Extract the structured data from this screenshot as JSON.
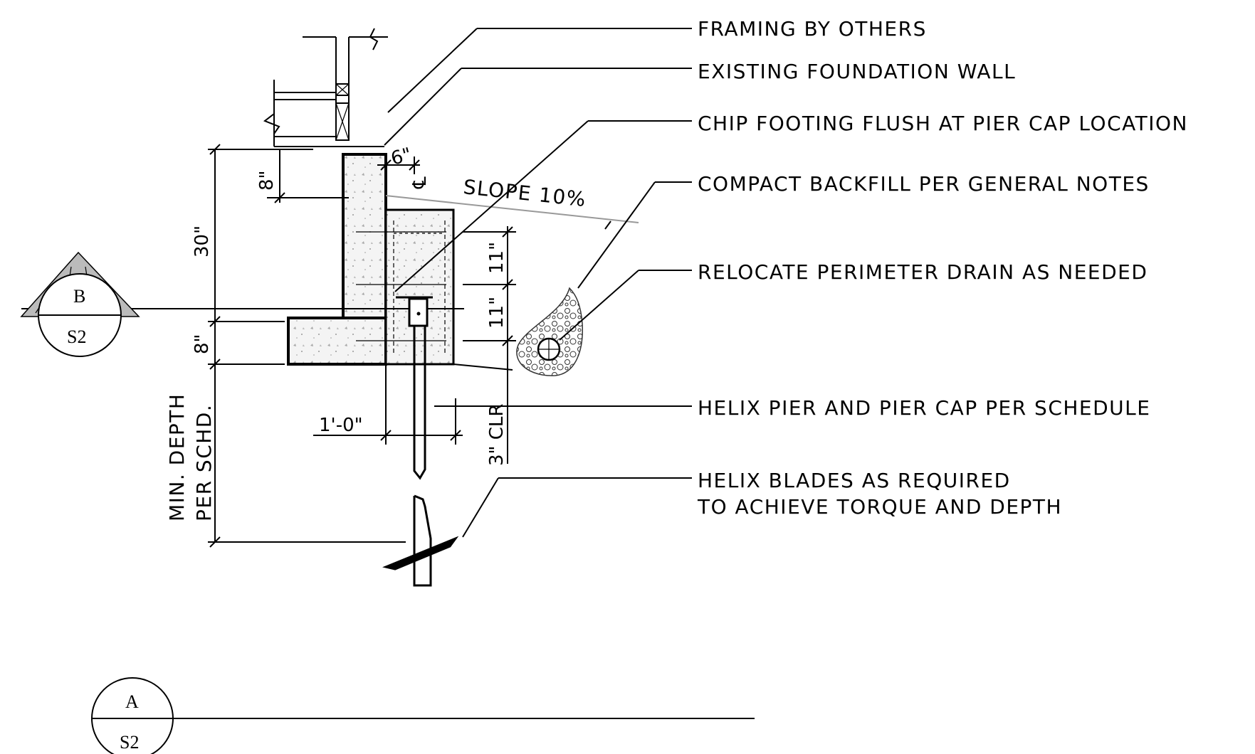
{
  "notes": {
    "framing": "FRAMING BY OTHERS",
    "foundation_wall": "EXISTING FOUNDATION WALL",
    "chip_footing": "CHIP FOOTING FLUSH AT PIER CAP LOCATION",
    "backfill": "COMPACT BACKFILL PER GENERAL NOTES",
    "drain": "RELOCATE PERIMETER DRAIN AS NEEDED",
    "helix_pier": "HELIX PIER AND PIER CAP PER SCHEDULE",
    "helix_blades_1": "HELIX BLADES AS REQUIRED",
    "helix_blades_2": "TO ACHIEVE TORQUE AND DEPTH"
  },
  "slope_label": "SLOPE 10%",
  "dimensions": {
    "six_in": "6\"",
    "eight_in_top": "8\"",
    "thirty_in": "30\"",
    "eight_in_footing": "8\"",
    "min_depth_1": "MIN. DEPTH",
    "min_depth_2": "PER SCHD.",
    "eleven_in_upper": "11\"",
    "eleven_in_lower": "11\"",
    "one_ft": "1'-0\"",
    "three_in_clr": "3\" CLR",
    "centerline": "℄"
  },
  "section_marker_b": {
    "letter": "B",
    "sheet": "S2"
  },
  "section_marker_a": {
    "letter": "A",
    "sheet": "S2"
  }
}
